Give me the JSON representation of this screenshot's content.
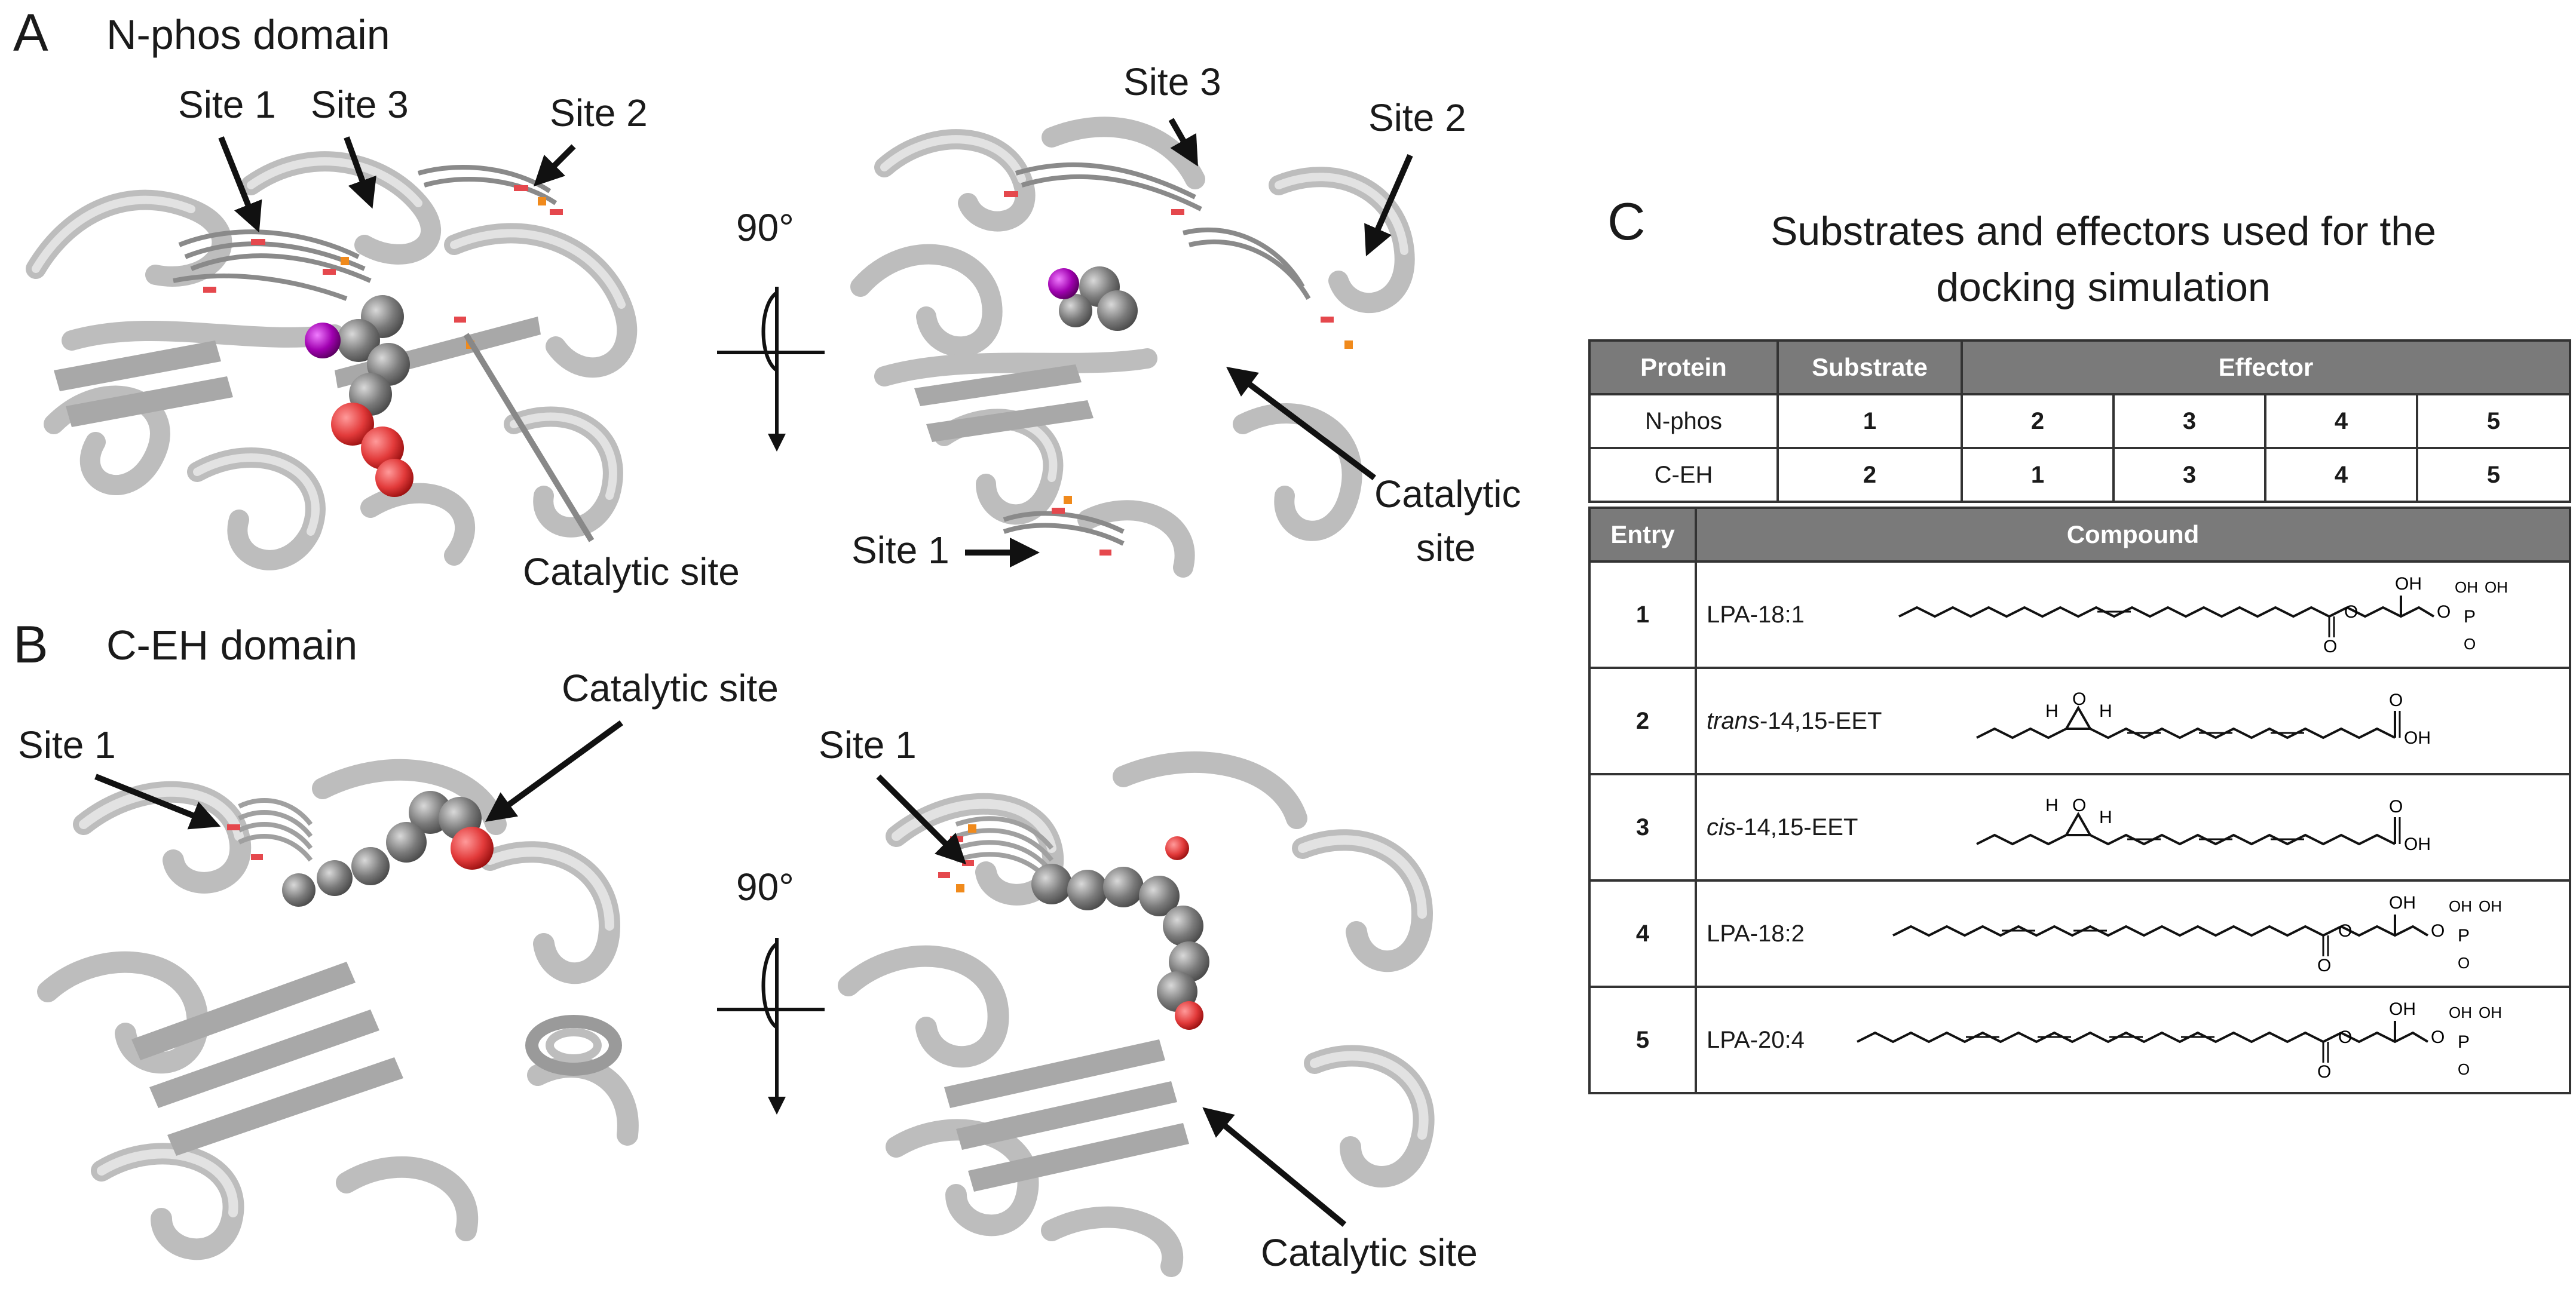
{
  "panelA": {
    "letter": "A",
    "title": "N-phos domain",
    "left_labels": {
      "site1": "Site 1",
      "site3": "Site 3",
      "site2": "Site 2",
      "catalytic": "Catalytic site"
    },
    "rotation": "90°",
    "right_labels": {
      "site3": "Site 3",
      "site2": "Site 2",
      "catalytic_line1": "Catalytic",
      "catalytic_line2": "site",
      "site1": "Site 1"
    }
  },
  "panelB": {
    "letter": "B",
    "title": "C-EH domain",
    "left_labels": {
      "site1": "Site 1",
      "catalytic": "Catalytic site"
    },
    "rotation": "90°",
    "right_labels": {
      "site1": "Site 1",
      "catalytic": "Catalytic site"
    }
  },
  "panelC": {
    "letter": "C",
    "title_line1": "Substrates and effectors used for the",
    "title_line2": "docking simulation",
    "table1": {
      "headers": [
        "Protein",
        "Substrate",
        "Effector"
      ],
      "rows": [
        [
          "N-phos",
          "1",
          "2",
          "3",
          "4",
          "5"
        ],
        [
          "C-EH",
          "2",
          "1",
          "3",
          "4",
          "5"
        ]
      ]
    },
    "table2": {
      "headers": [
        "Entry",
        "Compound"
      ],
      "rows": [
        {
          "entry": "1",
          "prefix": "",
          "name": "LPA-18:1"
        },
        {
          "entry": "2",
          "prefix": "trans",
          "name": "-14,15-EET"
        },
        {
          "entry": "3",
          "prefix": "cis",
          "name": "-14,15-EET"
        },
        {
          "entry": "4",
          "prefix": "",
          "name": "LPA-18:2"
        },
        {
          "entry": "5",
          "prefix": "",
          "name": "LPA-20:4"
        }
      ]
    },
    "chem_labels": {
      "oh": "OH",
      "o": "O",
      "p": "P",
      "h": "H"
    }
  },
  "colors": {
    "ribbon": "#c8c8c8",
    "ligand_gray": "#7d7d7d",
    "oxygen": "#e23a3a",
    "phosphorus": "#f08a1c",
    "magnesium": "#a000b0"
  }
}
